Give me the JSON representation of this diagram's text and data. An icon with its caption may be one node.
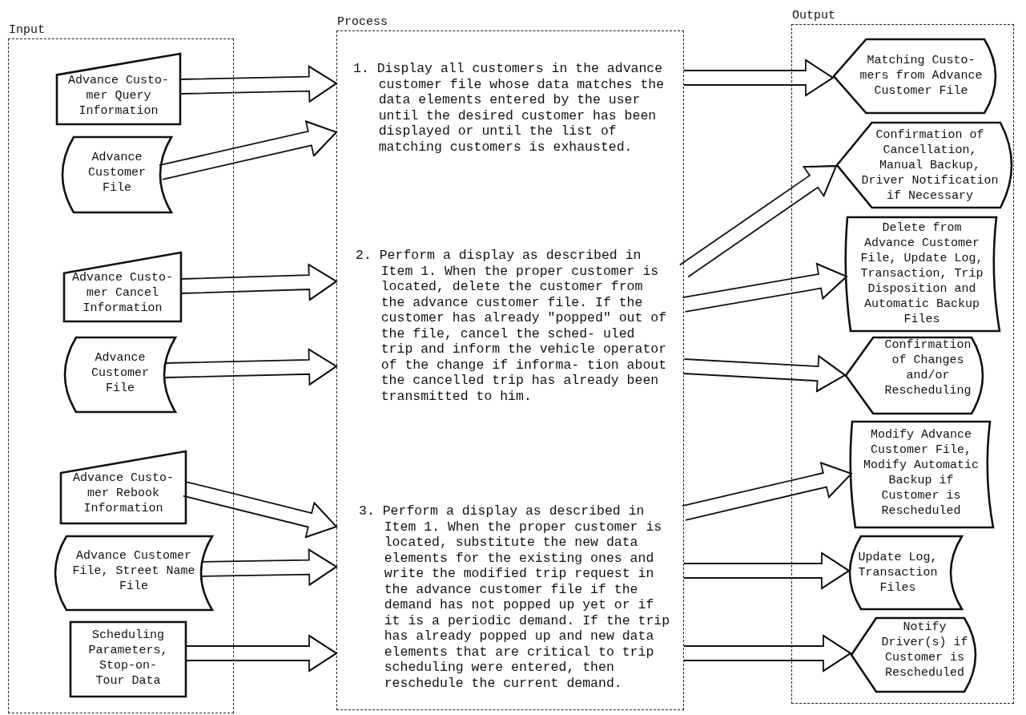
{
  "diagram": {
    "nodes": [
      {
        "text": [
          "Input"
        ]
      },
      {
        "text": [
          "Advance Custo- mer Query Information"
        ],
        "in": 0
      },
      {
        "text": [
          "Advance Customer File"
        ],
        "in": 0
      },
      {
        "text": [
          "Advance Custo- mer Cancel Information"
        ],
        "in": 0
      },
      {
        "text": [
          "Advance Customer File"
        ],
        "in": 0
      },
      {
        "text": [
          "Advance Custo- mer Rebook Information"
        ],
        "in": 0
      },
      {
        "text": [
          "Advance Customer File, Street Name File"
        ],
        "in": 0
      },
      {
        "text": [
          "Scheduling Parameters, Stop-on- Tour Data"
        ],
        "in": 0
      },
      {
        "text": [
          "Process",
          "1. Display all customers in the advance customer file whose data matches the data elements entered by the user until the desired customer has been displayed or until the list of matching customers is exhausted.",
          "2. Perform a display as described in Item 1. When the proper customer is located, delete the customer from the advance customer file. If the customer has already \"popped\" out of the file, cancel the sched- uled trip and inform the vehicle operator of the change if informa- tion about the cancelled trip has already been transmitted to him.",
          "3. Perform a display as described in Item 1. When the proper customer is located, substitute the new data elements for the existing ones and write the modified trip request in the advance customer file if the demand has not popped up yet or if it is a periodic demand. If the trip has already popped up and new data elements that are critical to trip scheduling were entered, then reschedule the current demand."
        ]
      },
      {
        "text": [
          "Output"
        ]
      },
      {
        "text": [
          "Matching Custo- mers from Advance Customer File"
        ],
        "in": 9
      },
      {
        "text": [
          "Confirmation of Cancellation, Manual Backup, Driver Notification if Necessary"
        ],
        "in": 9
      },
      {
        "text": [
          "Delete from Advance Customer File, Update Log, Transaction, Trip Disposition and Automatic Backup Files"
        ],
        "in": 9
      },
      {
        "text": [
          "Confirmation of Changes and/or Rescheduling"
        ],
        "in": 9
      },
      {
        "text": [
          "Modify Advance Customer File, Modify Automatic Backup if Customer is Rescheduled"
        ],
        "in": 9
      },
      {
        "text": [
          "Update Log, Transaction Files"
        ],
        "in": 9
      },
      {
        "text": [
          "Notify Driver(s) if Customer is Rescheduled"
        ],
        "in": 9
      }
    ],
    "edges": [
      {
        "from": 1,
        "to": 8,
        "arrow": "to"
      },
      {
        "from": 2,
        "to": 8,
        "arrow": "to"
      },
      {
        "from": 3,
        "to": 8,
        "arrow": "to"
      },
      {
        "from": 4,
        "to": 8,
        "arrow": "to"
      },
      {
        "from": 5,
        "to": 8,
        "arrow": "to"
      },
      {
        "from": 6,
        "to": 8,
        "arrow": "to"
      },
      {
        "from": 7,
        "to": 8,
        "arrow": "to"
      },
      {
        "from": 8,
        "to": 10,
        "arrow": "to"
      },
      {
        "from": 8,
        "to": 11,
        "arrow": "to"
      },
      {
        "from": 8,
        "to": 12,
        "arrow": "to"
      },
      {
        "from": 8,
        "to": 13,
        "arrow": "to"
      },
      {
        "from": 8,
        "to": 14,
        "arrow": "to"
      },
      {
        "from": 8,
        "to": 15,
        "arrow": "to"
      },
      {
        "from": 8,
        "to": 16,
        "arrow": "to"
      }
    ]
  }
}
